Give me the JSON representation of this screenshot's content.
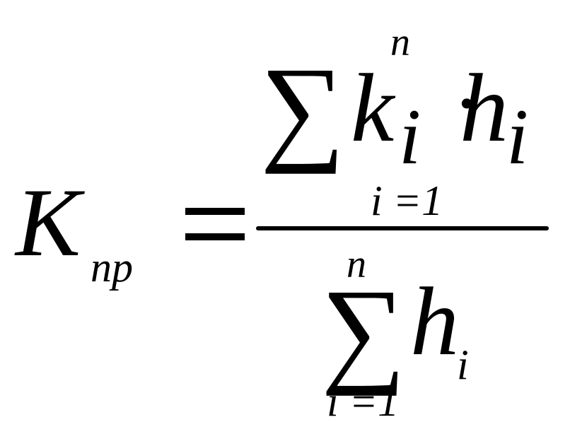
{
  "formula": {
    "lhs": {
      "symbol": "K",
      "subscript": "np"
    },
    "equals": "=",
    "numerator": {
      "sum_sign": "∑",
      "upper_limit": "n",
      "lower_limit": "i =1",
      "factor1": "k",
      "factor1_index": "i",
      "operator": "·",
      "factor2": "h",
      "factor2_index": "i"
    },
    "denominator": {
      "sum_sign": "∑",
      "upper_limit": "n",
      "lower_limit": "i =1",
      "term": "h",
      "term_index": "i"
    }
  }
}
